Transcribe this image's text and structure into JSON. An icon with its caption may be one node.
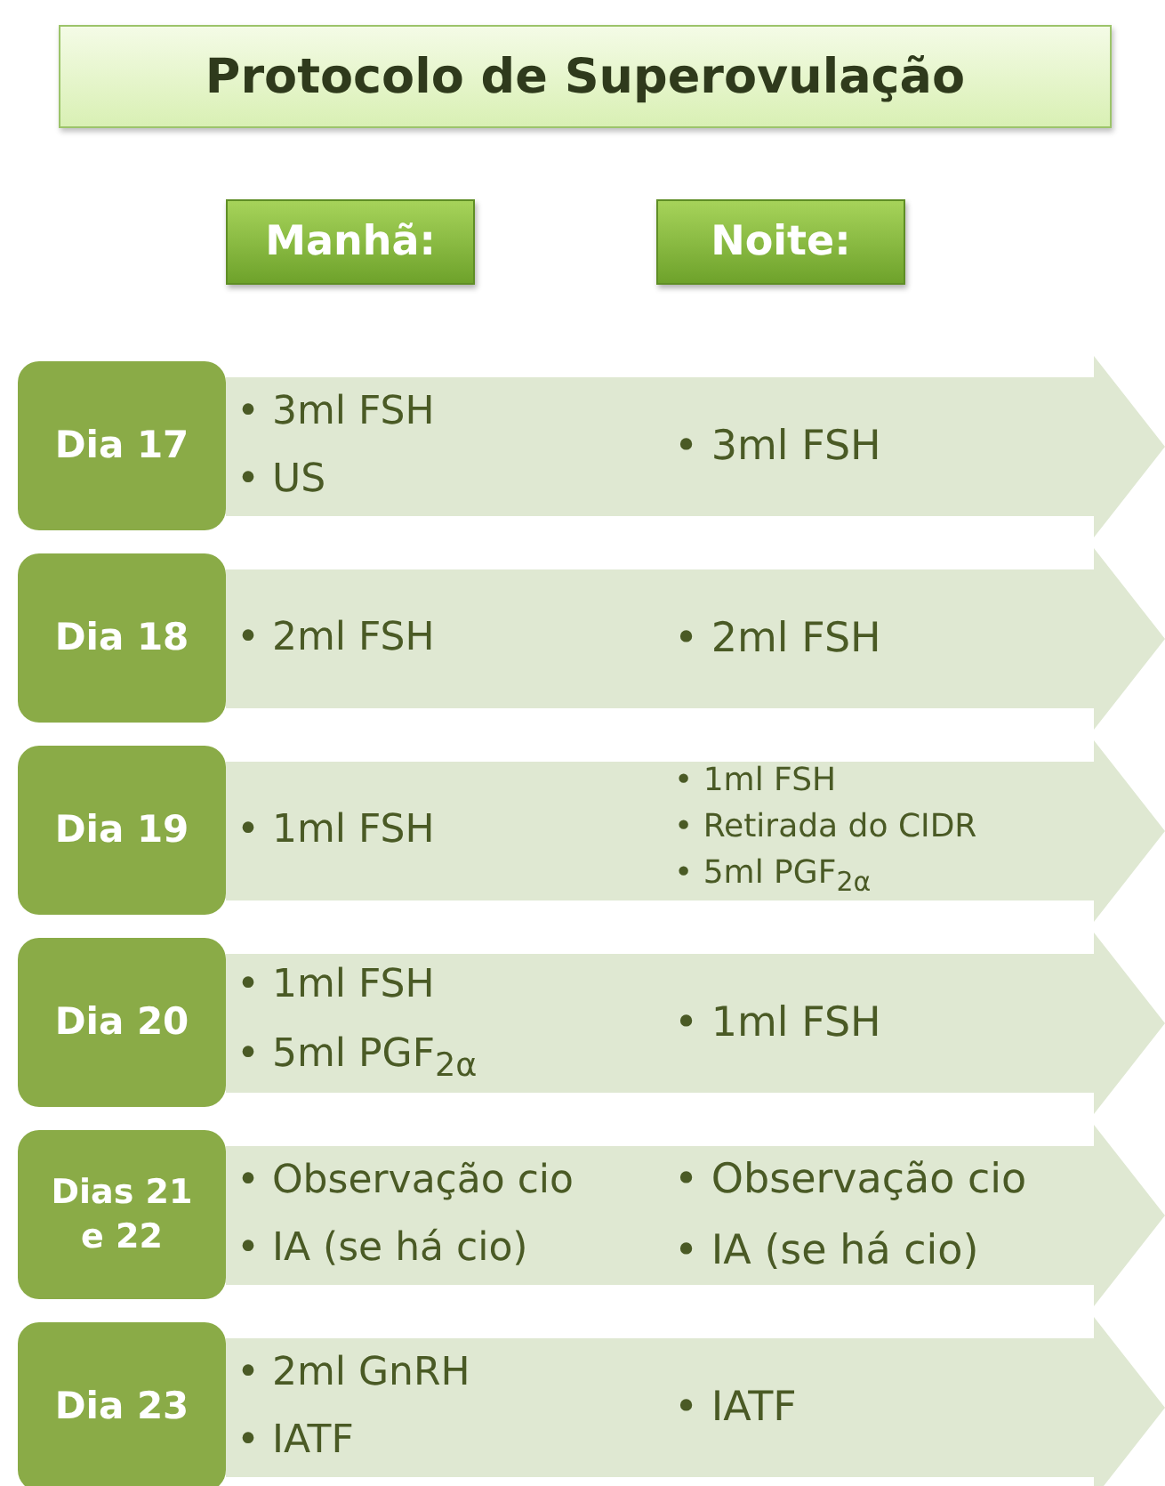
{
  "diagram": {
    "title": "Protocolo de Superovulação",
    "nodes": [
      {
        "text": [
          "Manhã:"
        ]
      },
      {
        "text": [
          "Noite:"
        ]
      },
      {
        "text": [
          "Dia 17"
        ]
      },
      {
        "text": [
          "• 3ml FSH",
          "• US",
          "• 3ml FSH"
        ]
      },
      {
        "text": [
          "Dia 18"
        ]
      },
      {
        "text": [
          "• 2ml FSH",
          "• 2ml FSH"
        ]
      },
      {
        "text": [
          "Dia 19"
        ]
      },
      {
        "text": [
          "• 1ml FSH",
          "• 1ml FSH",
          "• Retirada do CIDR",
          "• 5ml PGF$_{2α}$"
        ]
      },
      {
        "text": [
          "Dia 20"
        ]
      },
      {
        "text": [
          "• 1ml FSH",
          "• 5ml PGF$_{2α}$",
          "• 1ml FSH"
        ]
      },
      {
        "text": [
          "Dias 21 e 22"
        ]
      },
      {
        "text": [
          "• Observação cio",
          "• IA (se há cio)",
          "• Observação cio",
          "• IA (se há cio)"
        ]
      },
      {
        "text": [
          "Dia 23"
        ]
      },
      {
        "text": [
          "• 2ml GnRH",
          "• IATF",
          "• IATF"
        ]
      }
    ]
  }
}
